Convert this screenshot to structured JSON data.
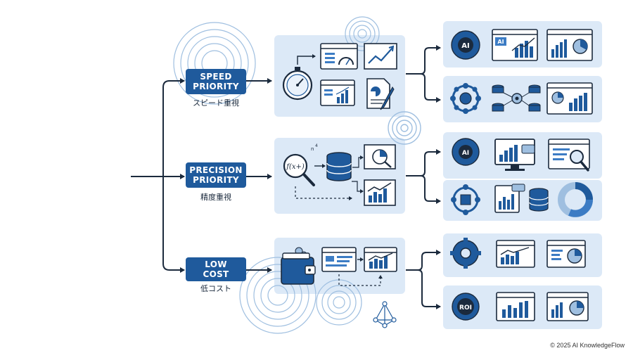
{
  "priorities": [
    {
      "label": "SPEED\nPRIORITY",
      "sub": "スピード重視"
    },
    {
      "label": "PRECISION\nPRIORITY",
      "sub": "精度重視"
    },
    {
      "label": "LOW\nCOST",
      "sub": "低コスト"
    }
  ],
  "icon_text": {
    "ai": "AI",
    "roi": "ROI",
    "fx": "f(x+)"
  },
  "credit": "© 2025 AI KnowledgeFlow",
  "colors": {
    "navy": "#1f5a9c",
    "dark": "#1b2a3d",
    "panel": "#dce9f7",
    "light": "#eaf2fb",
    "accent": "#3c7cc4"
  }
}
